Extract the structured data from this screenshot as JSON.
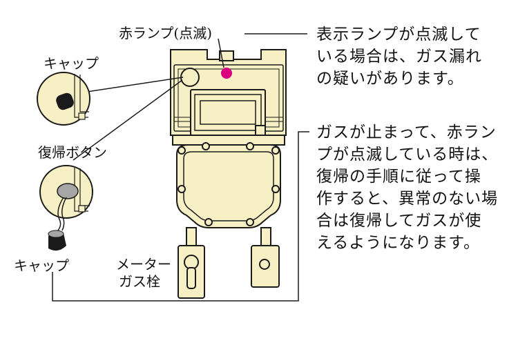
{
  "labels": {
    "red_lamp": "赤ランプ(点滅)",
    "cap_top": "キャップ",
    "reset_button": "復帰ボタン",
    "cap_bottom": "キャップ",
    "meter_valve_line1": "メーター",
    "meter_valve_line2": "ガス栓"
  },
  "descriptions": {
    "blinking_lamp": [
      "表示ランプが点滅して",
      "いる場合は、ガス漏れ",
      "の疑いがあります。"
    ],
    "reset_procedure": [
      "ガスが止まって、赤ラン",
      "プが点滅している時は、",
      "復帰の手順に従って操",
      "作すると、異常のない場",
      "合は復帰してガスが使",
      "えるようになります。"
    ]
  },
  "colors": {
    "meter_body": "#f7f0c4",
    "outline": "#1a1a1a",
    "lamp": "#d8007f",
    "cap_dark": "#1a1a1a",
    "button_gray": "#a6a6a6"
  }
}
